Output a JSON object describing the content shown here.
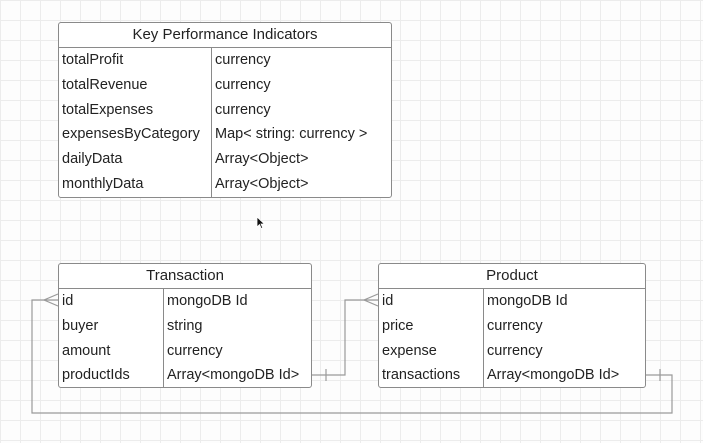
{
  "entities": {
    "kpi": {
      "title": "Key Performance Indicators",
      "rows": [
        {
          "name": "totalProfit",
          "type": "currency"
        },
        {
          "name": "totalRevenue",
          "type": "currency"
        },
        {
          "name": "totalExpenses",
          "type": "currency"
        },
        {
          "name": "expensesByCategory",
          "type": "Map< string: currency >"
        },
        {
          "name": "dailyData",
          "type": "Array<Object>"
        },
        {
          "name": "monthlyData",
          "type": "Array<Object>"
        }
      ]
    },
    "transaction": {
      "title": "Transaction",
      "rows": [
        {
          "name": "id",
          "type": "mongoDB Id"
        },
        {
          "name": "buyer",
          "type": "string"
        },
        {
          "name": "amount",
          "type": "currency"
        },
        {
          "name": "productIds",
          "type": "Array<mongoDB Id>"
        }
      ]
    },
    "product": {
      "title": "Product",
      "rows": [
        {
          "name": "id",
          "type": "mongoDB Id"
        },
        {
          "name": "price",
          "type": "currency"
        },
        {
          "name": "expense",
          "type": "currency"
        },
        {
          "name": "transactions",
          "type": "Array<mongoDB Id>"
        }
      ]
    }
  },
  "relationships": [
    {
      "from": "transaction.productIds",
      "to": "product.id",
      "from_end": "one",
      "to_end": "many"
    },
    {
      "from": "product.transactions",
      "to": "transaction.id",
      "from_end": "one",
      "to_end": "many"
    }
  ],
  "cursor_icon": "mouse-pointer-icon"
}
